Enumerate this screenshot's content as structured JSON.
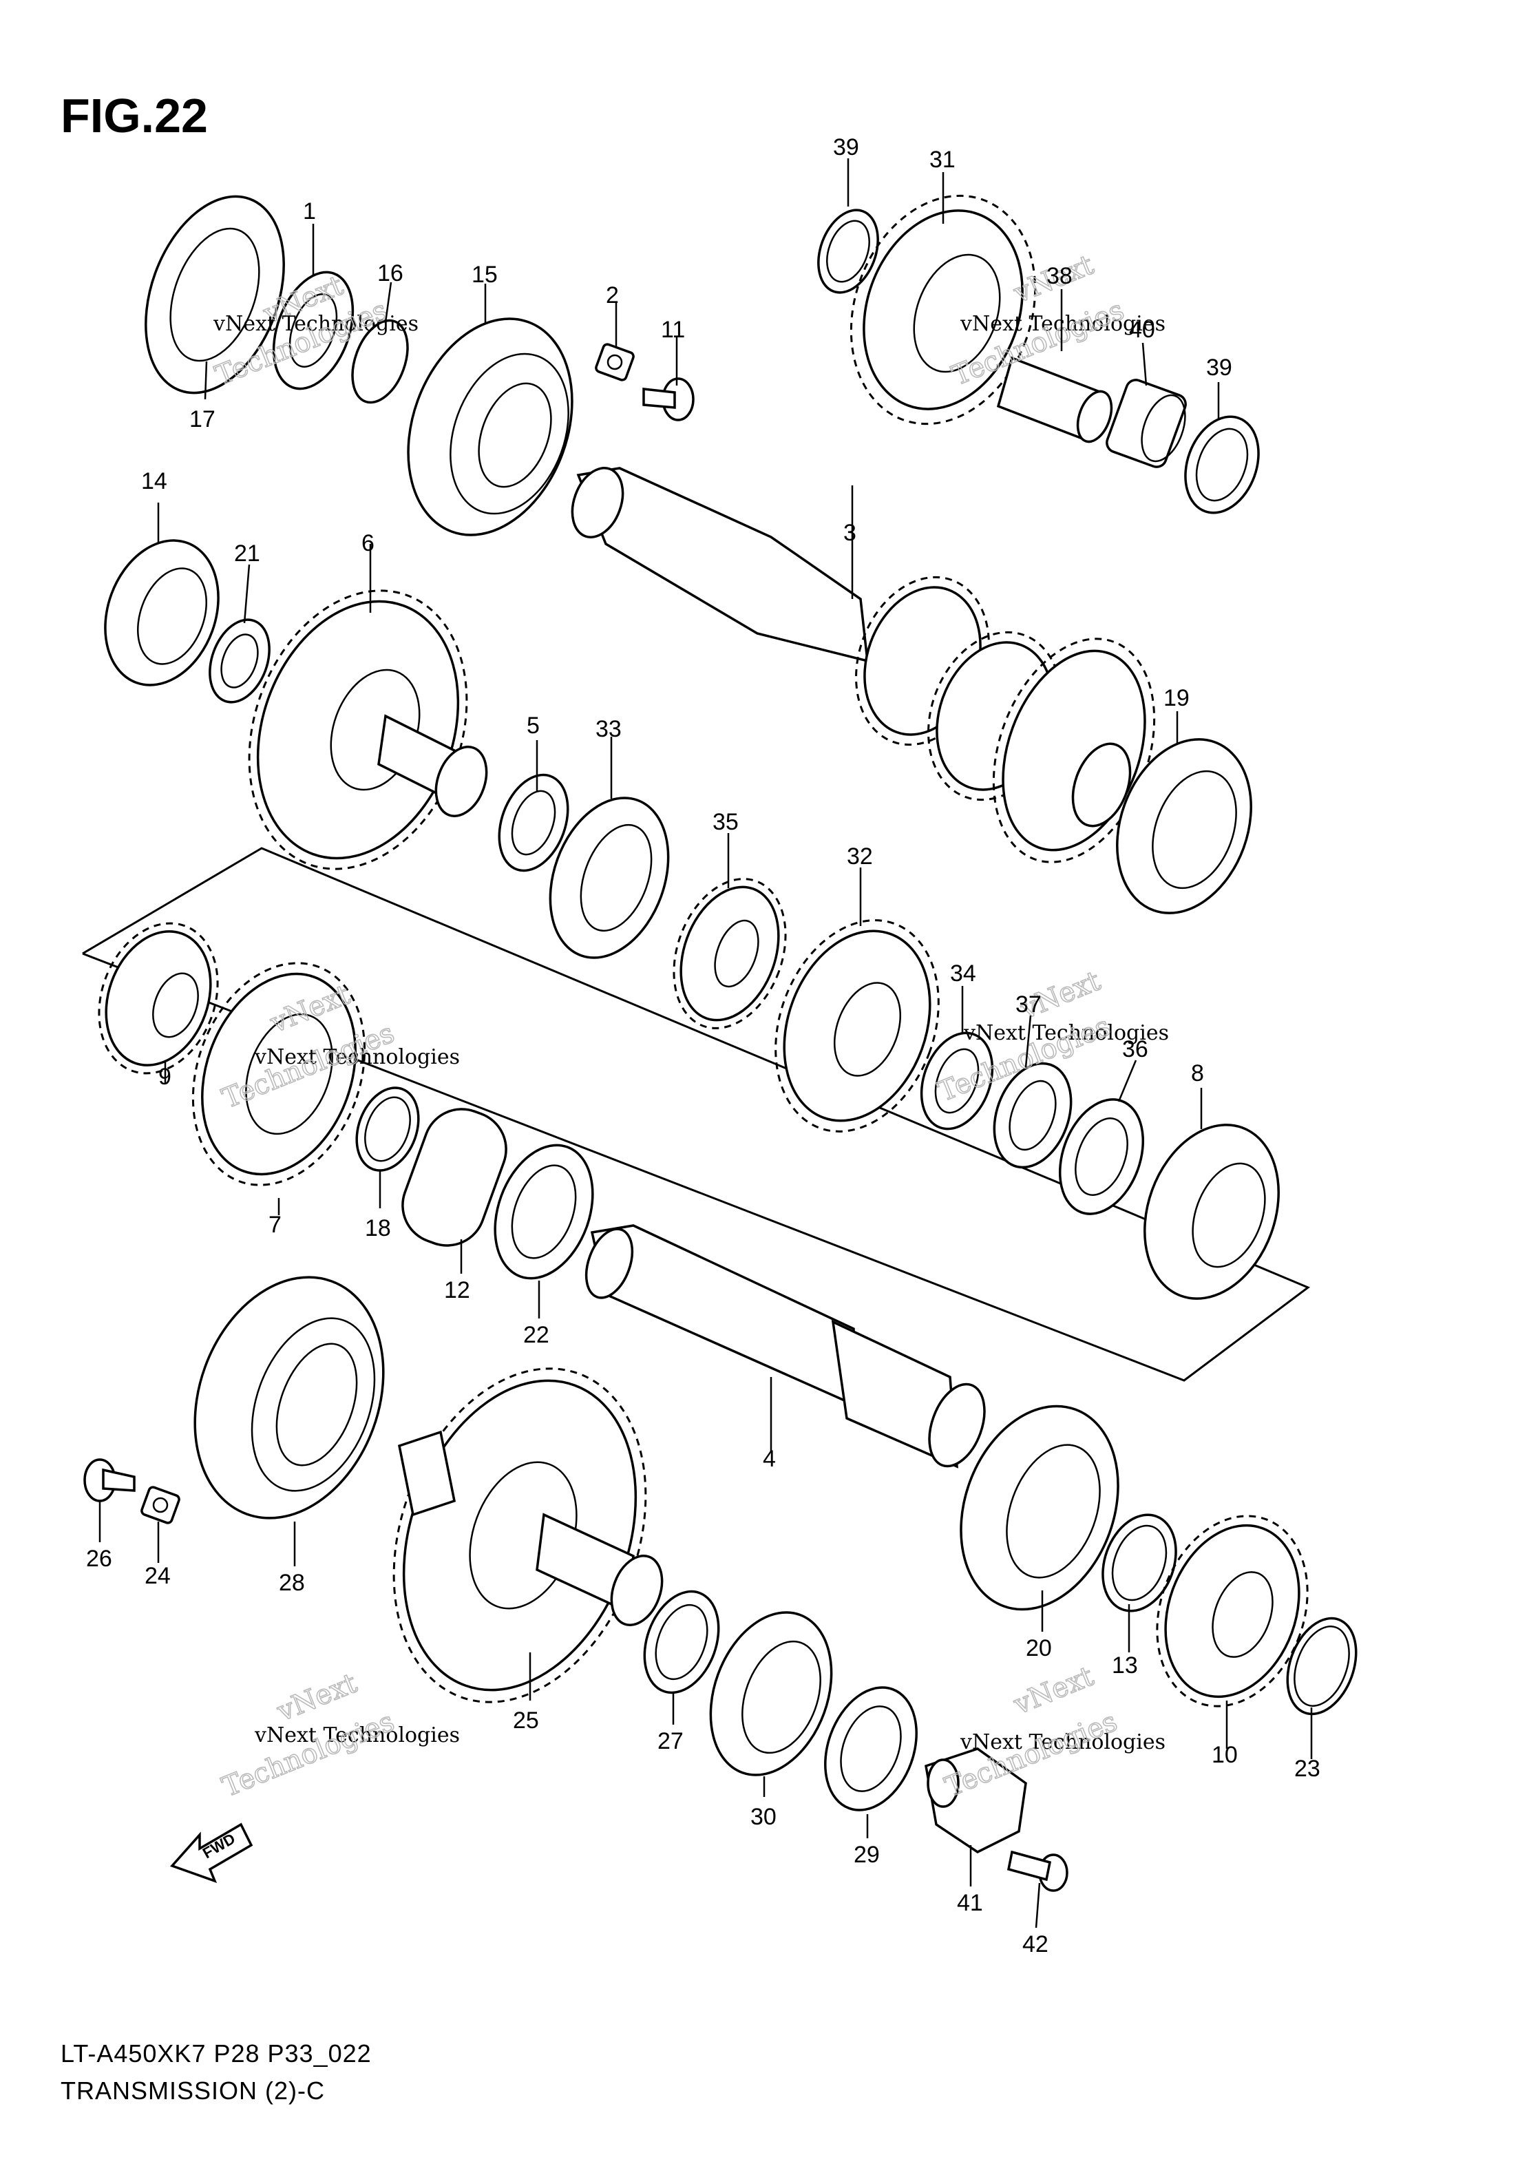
{
  "figure_title": "FIG.22",
  "footer": {
    "model_code": "LT-A450XK7  P28  P33_022",
    "section_title": "TRANSMISSION (2)-C"
  },
  "watermark": {
    "line1": "vNext Technologies",
    "line2": "vNext",
    "line3": "Technologies"
  },
  "fwd_label": "FWD",
  "callouts": [
    "1",
    "2",
    "3",
    "4",
    "5",
    "6",
    "7",
    "8",
    "9",
    "10",
    "11",
    "12",
    "13",
    "14",
    "15",
    "16",
    "17",
    "18",
    "19",
    "20",
    "21",
    "22",
    "23",
    "24",
    "25",
    "26",
    "27",
    "28",
    "29",
    "30",
    "31",
    "32",
    "33",
    "34",
    "35",
    "36",
    "37",
    "38",
    "39",
    "39",
    "40",
    "41",
    "42"
  ]
}
